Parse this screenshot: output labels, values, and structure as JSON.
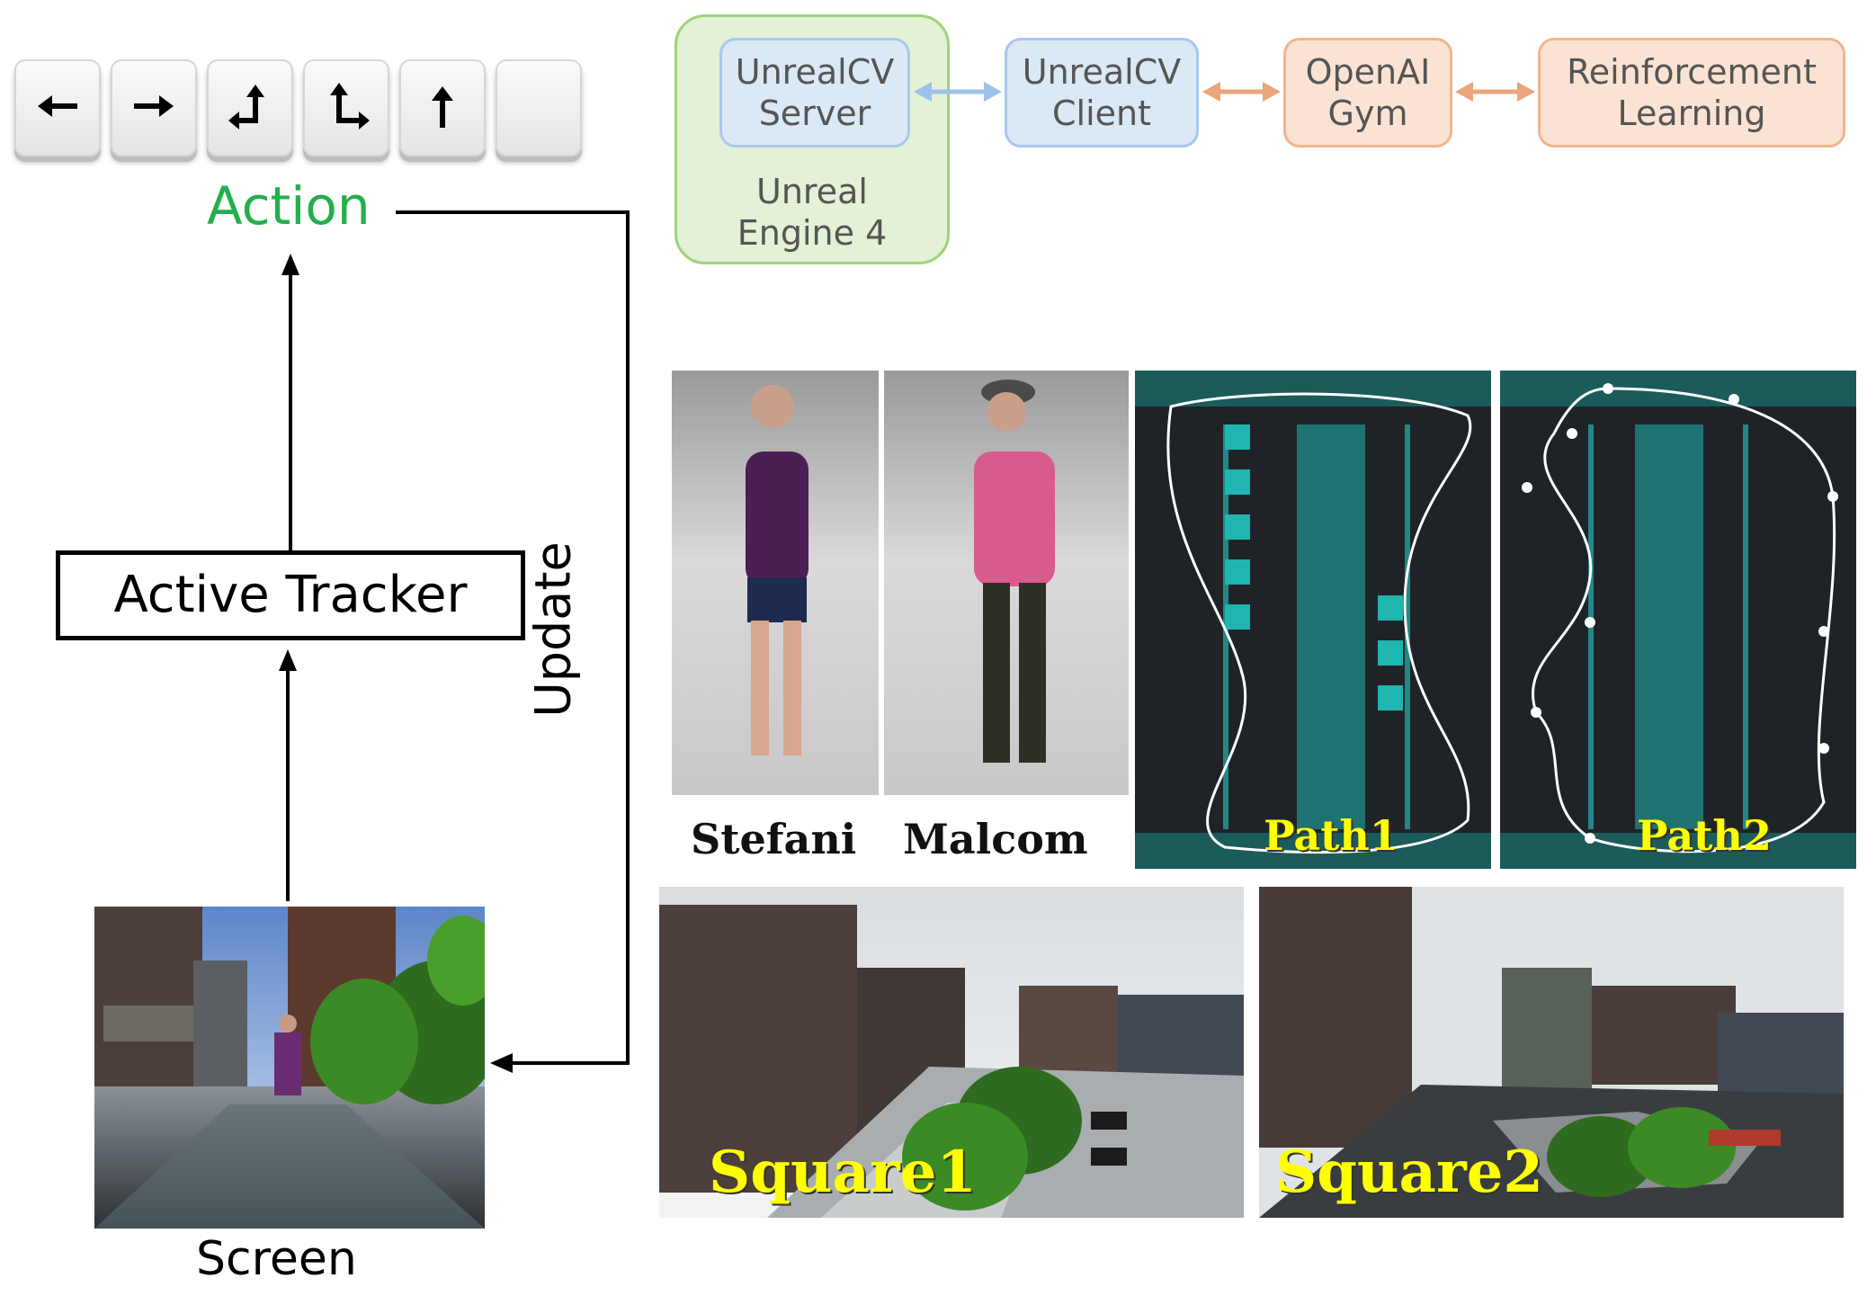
{
  "keys": [
    {
      "icon": "arrow-left-icon"
    },
    {
      "icon": "arrow-right-icon"
    },
    {
      "icon": "turn-left-up-icon"
    },
    {
      "icon": "turn-right-down-icon"
    },
    {
      "icon": "arrow-up-icon"
    },
    {
      "icon": "blank-key"
    }
  ],
  "action_label": "Action",
  "tracker_label": "Active Tracker",
  "update_label": "Update",
  "screen_label": "Screen",
  "pipeline": {
    "server": "UnrealCV\nServer",
    "client": "UnrealCV\nClient",
    "gym": "OpenAI\nGym",
    "rl": "Reinforcement\nLearning",
    "engine": "Unreal\nEngine 4"
  },
  "characters": [
    "Stefani",
    "Malcom"
  ],
  "paths": [
    "Path1",
    "Path2"
  ],
  "squares": [
    "Square1",
    "Square2"
  ],
  "colors": {
    "action_green": "#22b04b",
    "blue_box": "#dbe8f6",
    "orange_box": "#fbe3d4",
    "green_group": "#e3f1d6",
    "caption_yellow": "#ffff00",
    "map_teal": "#1fb5b0"
  }
}
